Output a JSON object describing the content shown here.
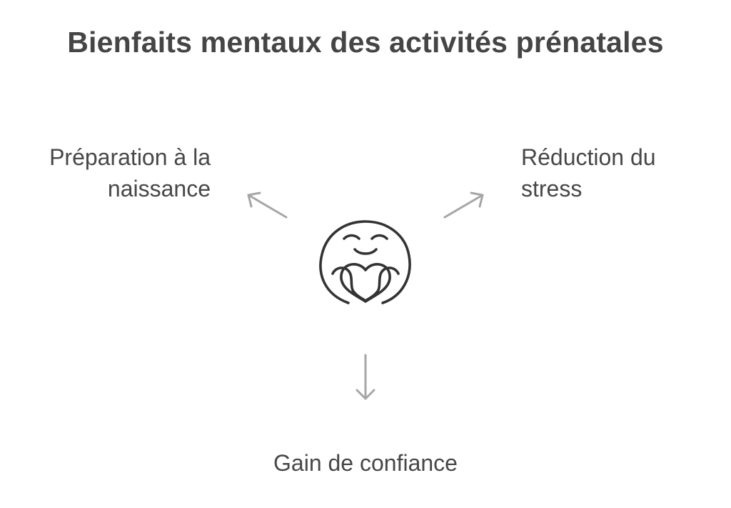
{
  "title": "Bienfaits mentaux des activités prénatales",
  "center_icon": "hugging-heart-face-icon",
  "benefits": [
    {
      "line1": "Préparation à la",
      "line2": "naissance"
    },
    {
      "line1": "Réduction du",
      "line2": "stress"
    },
    {
      "line1": "Gain de confiance"
    }
  ],
  "colors": {
    "text": "#474747",
    "arrow": "#a6a6a6",
    "icon": "#333333"
  }
}
